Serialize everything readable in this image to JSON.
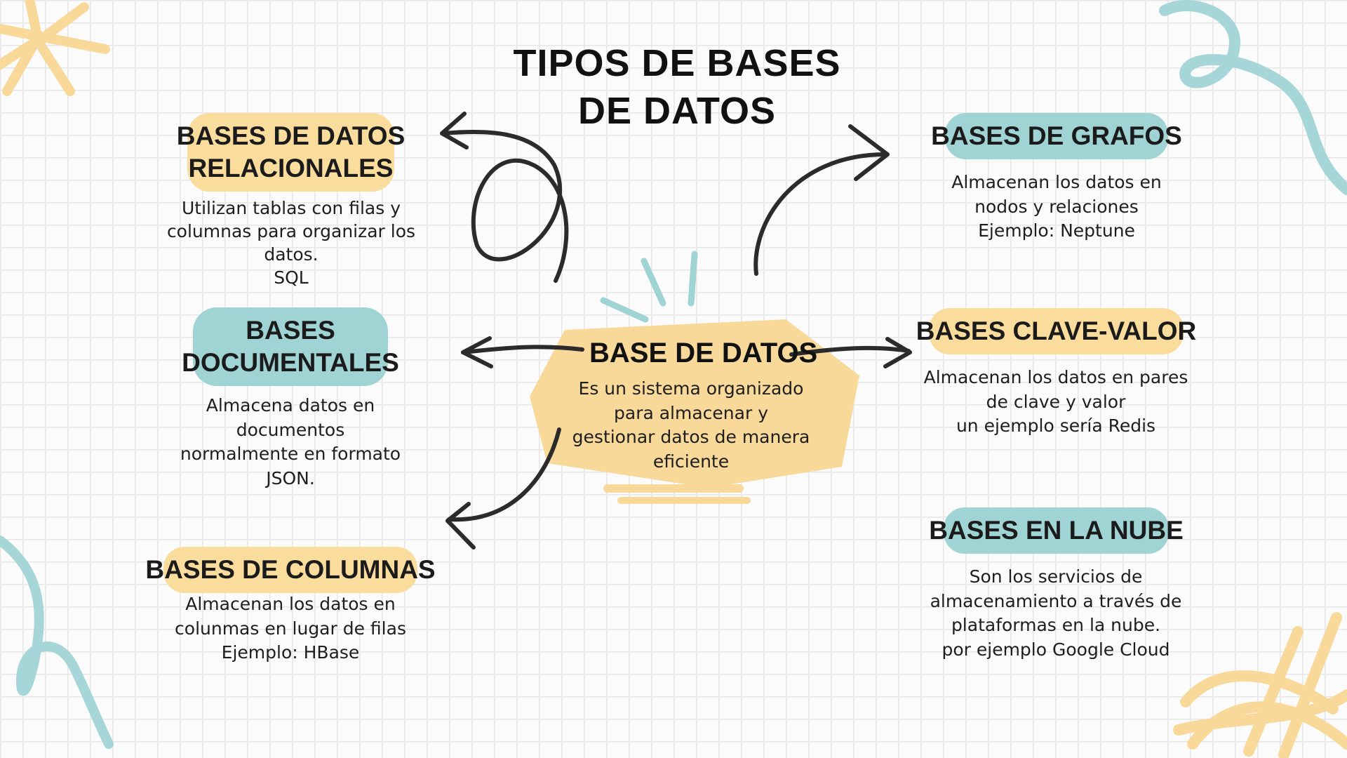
{
  "title": {
    "line1": "TIPOS DE BASES",
    "line2": "DE DATOS"
  },
  "center": {
    "heading": "BASE DE DATOS",
    "lines": [
      "Es un sistema organizado",
      "para almacenar y",
      "gestionar datos de manera",
      "eficiente"
    ]
  },
  "nodes": {
    "relacionales": {
      "heading": [
        "BASES DE DATOS",
        "RELACIONALES"
      ],
      "lines": [
        "Utilizan tablas con filas y",
        "columnas para organizar los",
        "datos.",
        "SQL"
      ]
    },
    "documentales": {
      "heading": [
        "BASES",
        "DOCUMENTALES"
      ],
      "lines": [
        "Almacena datos en",
        "documentos",
        "normalmente en formato",
        "JSON."
      ]
    },
    "columnas": {
      "heading": [
        "BASES DE COLUMNAS"
      ],
      "lines": [
        "Almacenan los datos en",
        "colunmas en lugar de filas",
        "Ejemplo: HBase"
      ]
    },
    "grafos": {
      "heading": [
        "BASES DE GRAFOS"
      ],
      "lines": [
        "Almacenan los datos en",
        "nodos y relaciones",
        "Ejemplo: Neptune"
      ]
    },
    "clave_valor": {
      "heading": [
        "BASES CLAVE-VALOR"
      ],
      "lines": [
        "Almacenan los datos en pares",
        "de clave y valor",
        "un ejemplo sería Redis"
      ]
    },
    "nube": {
      "heading": [
        "BASES EN LA NUBE"
      ],
      "lines": [
        "Son los servicios de",
        "almacenamiento a través de",
        "plataformas en la nube.",
        "por ejemplo Google Cloud"
      ]
    }
  },
  "colors": {
    "yellow": "#fadc9c",
    "teal": "#9fd3d4",
    "ink": "#2b2b2b"
  }
}
